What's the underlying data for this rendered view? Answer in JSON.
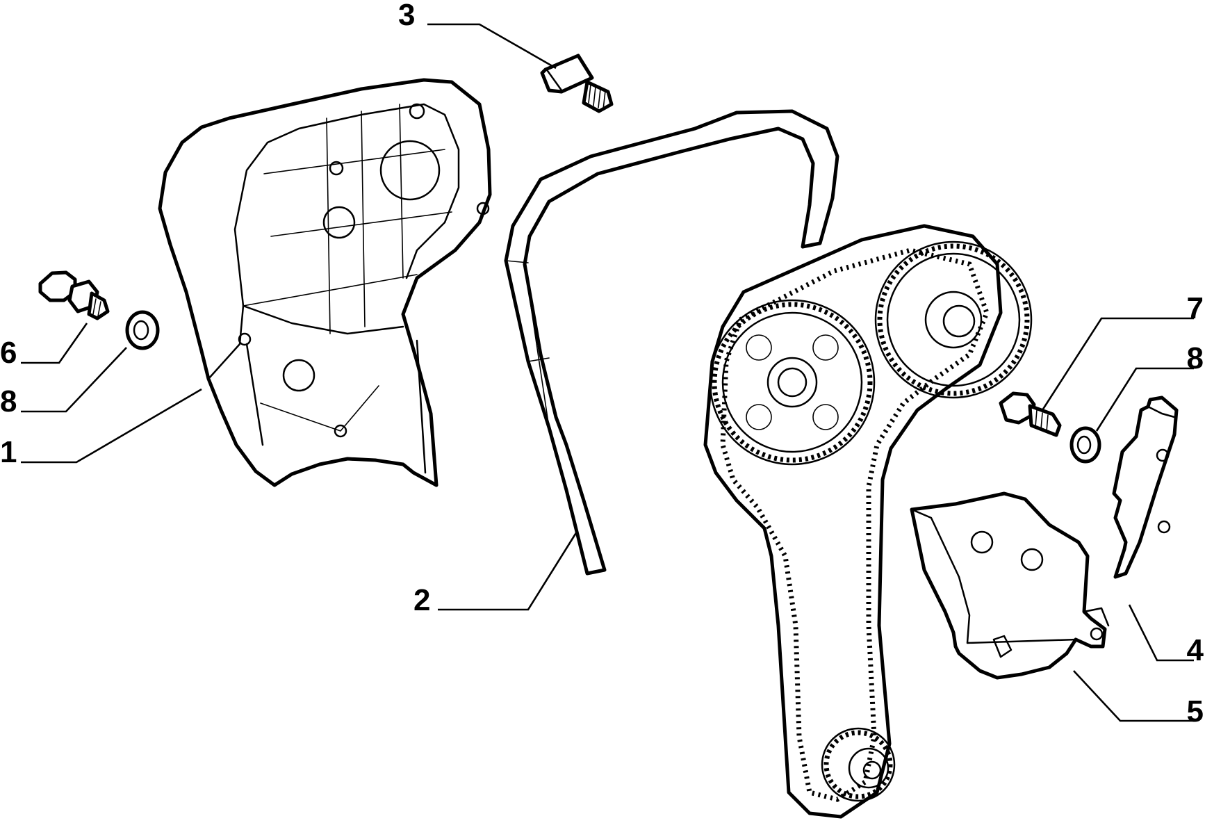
{
  "diagram": {
    "callouts": [
      {
        "id": "c1",
        "label": "1"
      },
      {
        "id": "c2",
        "label": "2"
      },
      {
        "id": "c3",
        "label": "3"
      },
      {
        "id": "c4",
        "label": "4"
      },
      {
        "id": "c5",
        "label": "5"
      },
      {
        "id": "c6",
        "label": "6"
      },
      {
        "id": "c7",
        "label": "7"
      },
      {
        "id": "c8a",
        "label": "8"
      },
      {
        "id": "c8b",
        "label": "8"
      }
    ]
  }
}
